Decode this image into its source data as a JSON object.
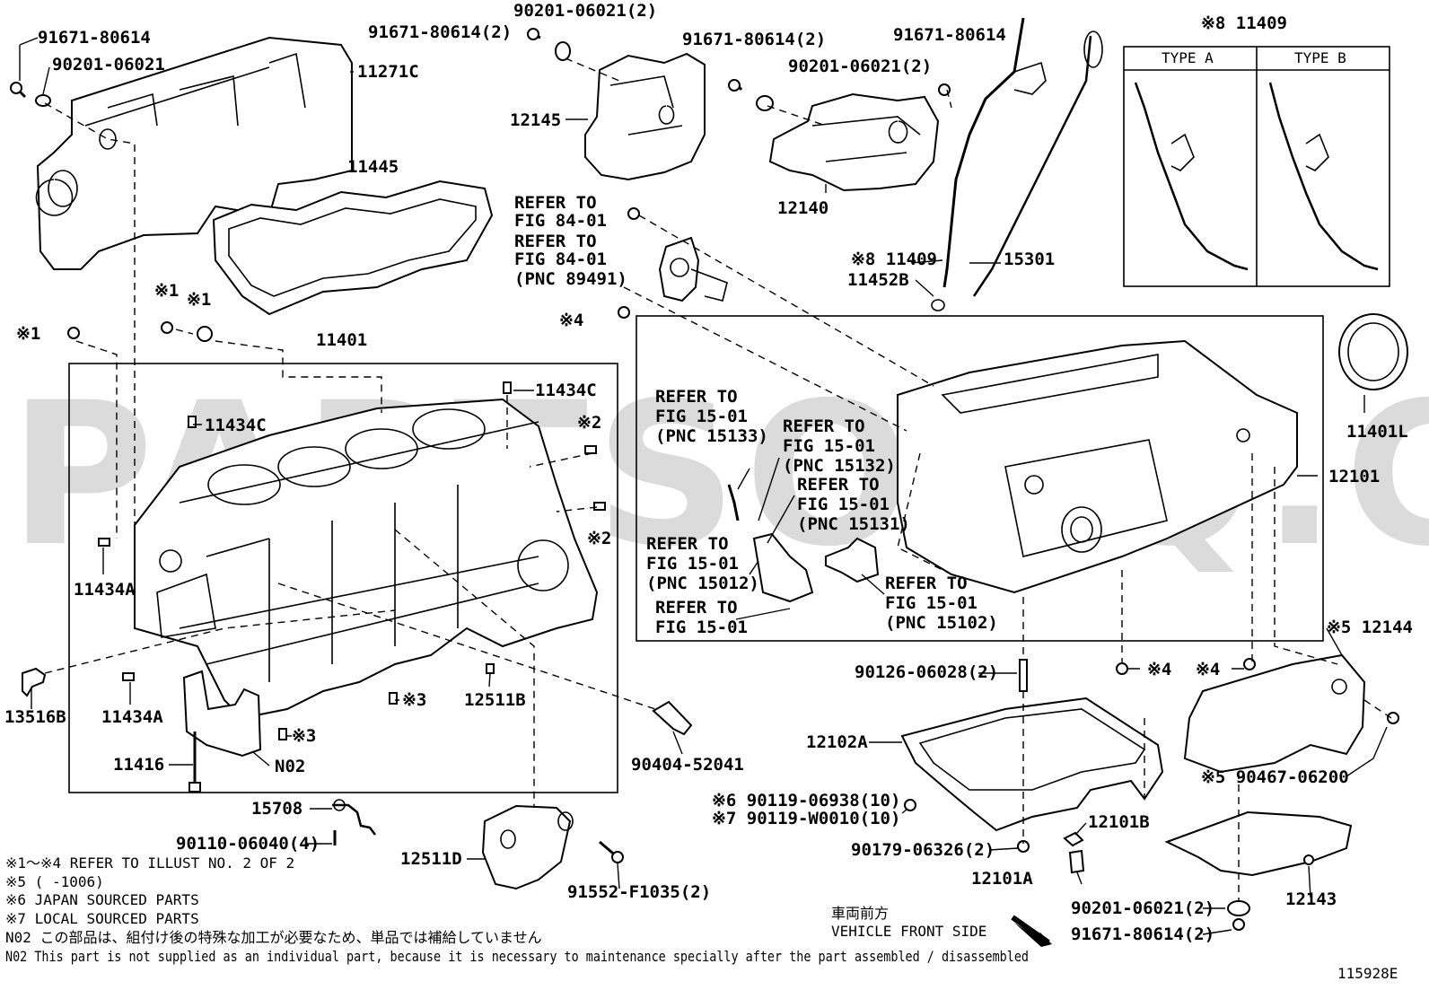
{
  "diagram": {
    "watermark": "PARTSOUQ.COM",
    "figure_id": "115928E",
    "labels": {
      "l_91671_80614_a": "91671-80614",
      "l_90201_06021_a": "90201-06021",
      "l_11271C": "11271C",
      "l_91671_80614_2a": "91671-80614(2)",
      "l_90201_06021_2a": "90201-06021(2)",
      "l_12145": "12145",
      "l_91671_80614_2b": "91671-80614(2)",
      "l_90201_06021_2b": "90201-06021(2)",
      "l_12140": "12140",
      "l_91671_80614_b": "91671-80614",
      "l_11409_top": "※8 11409",
      "l_11445": "11445",
      "l_refer_84_a1": "REFER TO",
      "l_refer_84_a2": "FIG 84-01",
      "l_refer_84_b1": "REFER TO",
      "l_refer_84_b2": "FIG 84-01",
      "l_refer_84_b3": "(PNC 89491)",
      "l_11409_mid": "※8 11409",
      "l_15301": "15301",
      "l_11452B": "11452B",
      "l_mark4_a": "※4",
      "l_mark1_a": "※1",
      "l_mark1_b": "※1",
      "l_mark1_c": "※1",
      "l_11401": "11401",
      "l_11434C_a": "11434C",
      "l_11434C_b": "11434C",
      "l_mark2_a": "※2",
      "l_mark2_b": "※2",
      "l_11434A_a": "11434A",
      "l_11434A_b": "11434A",
      "l_13516B": "13516B",
      "l_mark3_a": "※3",
      "l_mark3_b": "※3",
      "l_12511B": "12511B",
      "l_11416": "11416",
      "l_N02": "N02",
      "l_90404": "90404-52041",
      "l_15708": "15708",
      "l_90110": "90110-06040(4)",
      "l_12511D": "12511D",
      "l_91552": "91552-F1035(2)",
      "l_11401L": "11401L",
      "l_12101": "12101",
      "l_r15133_1": "REFER TO",
      "l_r15133_2": "FIG 15-01",
      "l_r15133_3": "(PNC 15133)",
      "l_r15132_1": "REFER TO",
      "l_r15132_2": "FIG 15-01",
      "l_r15132_3": "(PNC 15132)",
      "l_r15131_1": "REFER TO",
      "l_r15131_2": "FIG 15-01",
      "l_r15131_3": "(PNC 15131)",
      "l_r15012_1": "REFER TO",
      "l_r15012_2": "FIG 15-01",
      "l_r15012_3": "(PNC 15012)",
      "l_r15102_1": "REFER TO",
      "l_r15102_2": "FIG 15-01",
      "l_r15102_3": "(PNC 15102)",
      "l_r1501_1": "REFER TO",
      "l_r1501_2": "FIG 15-01",
      "l_90126": "90126-06028(2)",
      "l_mark4_b": "※4",
      "l_mark4_c": "※4",
      "l_12144": "※5 12144",
      "l_12102A": "12102A",
      "l_90119_a": "※6 90119-06938(10)",
      "l_90119_b": "※7 90119-W0010(10)",
      "l_90467": "※5 90467-06200",
      "l_12101B": "12101B",
      "l_90179": "90179-06326(2)",
      "l_12101A": "12101A",
      "l_12143": "12143",
      "l_90201_06021_2c": "90201-06021(2)",
      "l_91671_80614_2c": "91671-80614(2)"
    },
    "variants_table": {
      "type_a": "TYPE A",
      "type_b": "TYPE B"
    },
    "front_side": {
      "jp": "車両前方",
      "en": "VEHICLE FRONT SIDE"
    },
    "notes": [
      "※1～※4  REFER TO ILLUST NO. 2 OF 2",
      "※5 (        -1006)",
      "※6 JAPAN SOURCED PARTS",
      "※7 LOCAL SOURCED PARTS",
      "N02  この部品は、組付け後の特殊な加工が必要なため、単品では補給していません",
      "N02  This part is not supplied as an individual part, because it is necessary to maintenance specially after the part assembled / disassembled"
    ]
  }
}
